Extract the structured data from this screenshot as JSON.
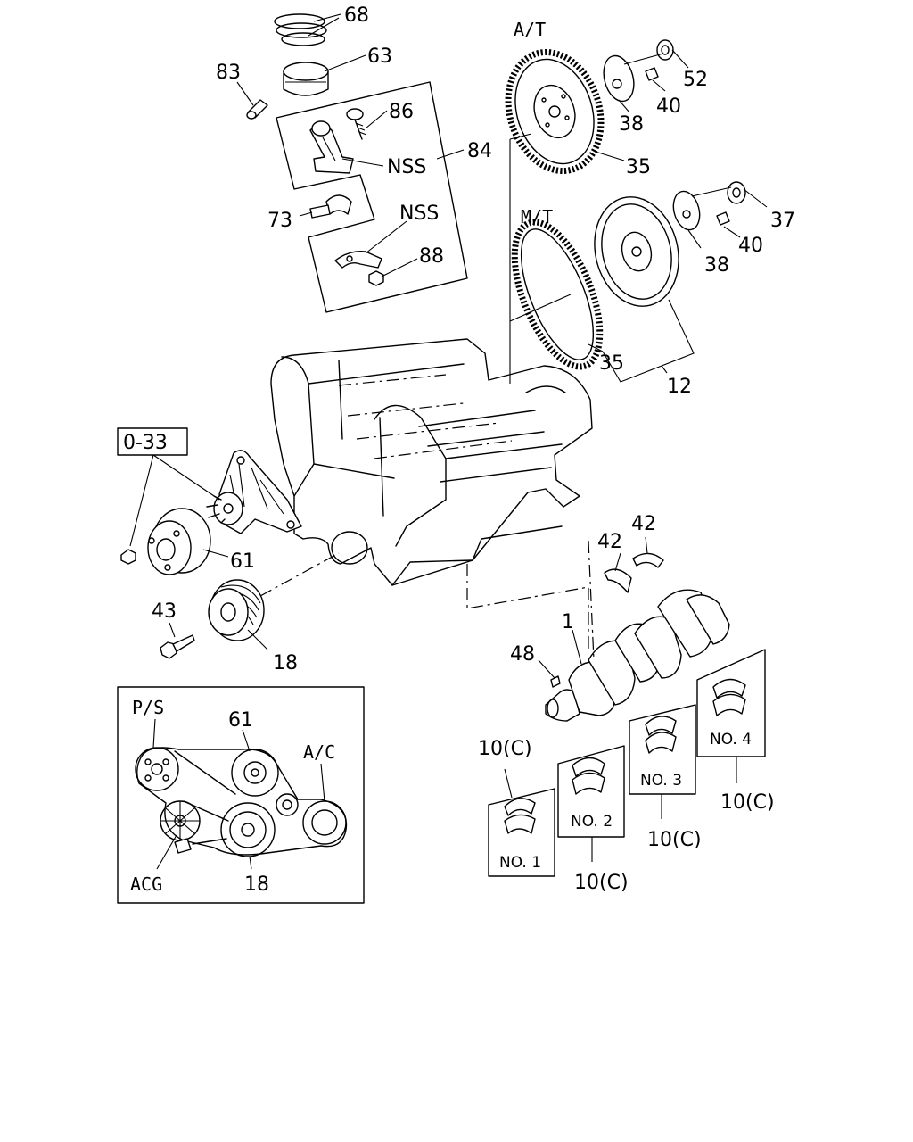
{
  "labels": {
    "p68": "68",
    "p63": "63",
    "p83": "83",
    "p86": "86",
    "nss1": "NSS",
    "p84": "84",
    "p73": "73",
    "nss2": "NSS",
    "p88": "88",
    "at": "A/T",
    "p52": "52",
    "p40a": "40",
    "p38a": "38",
    "p35a": "35",
    "mt": "M/T",
    "p37": "37",
    "p40b": "40",
    "p38b": "38",
    "p35b": "35",
    "p12": "12",
    "ref033": "0-33",
    "p61": "61",
    "p43": "43",
    "p18": "18",
    "p42a": "42",
    "p42b": "42",
    "p1": "1",
    "p48": "48",
    "b10a": "10(C)",
    "b10b": "10(C)",
    "b10c": "10(C)",
    "b10d": "10(C)",
    "no1": "NO. 1",
    "no2": "NO. 2",
    "no3": "NO. 3",
    "no4": "NO. 4",
    "inset_ps": "P/S",
    "inset_61": "61",
    "inset_ac": "A/C",
    "inset_acg": "ACG",
    "inset_18": "18"
  }
}
